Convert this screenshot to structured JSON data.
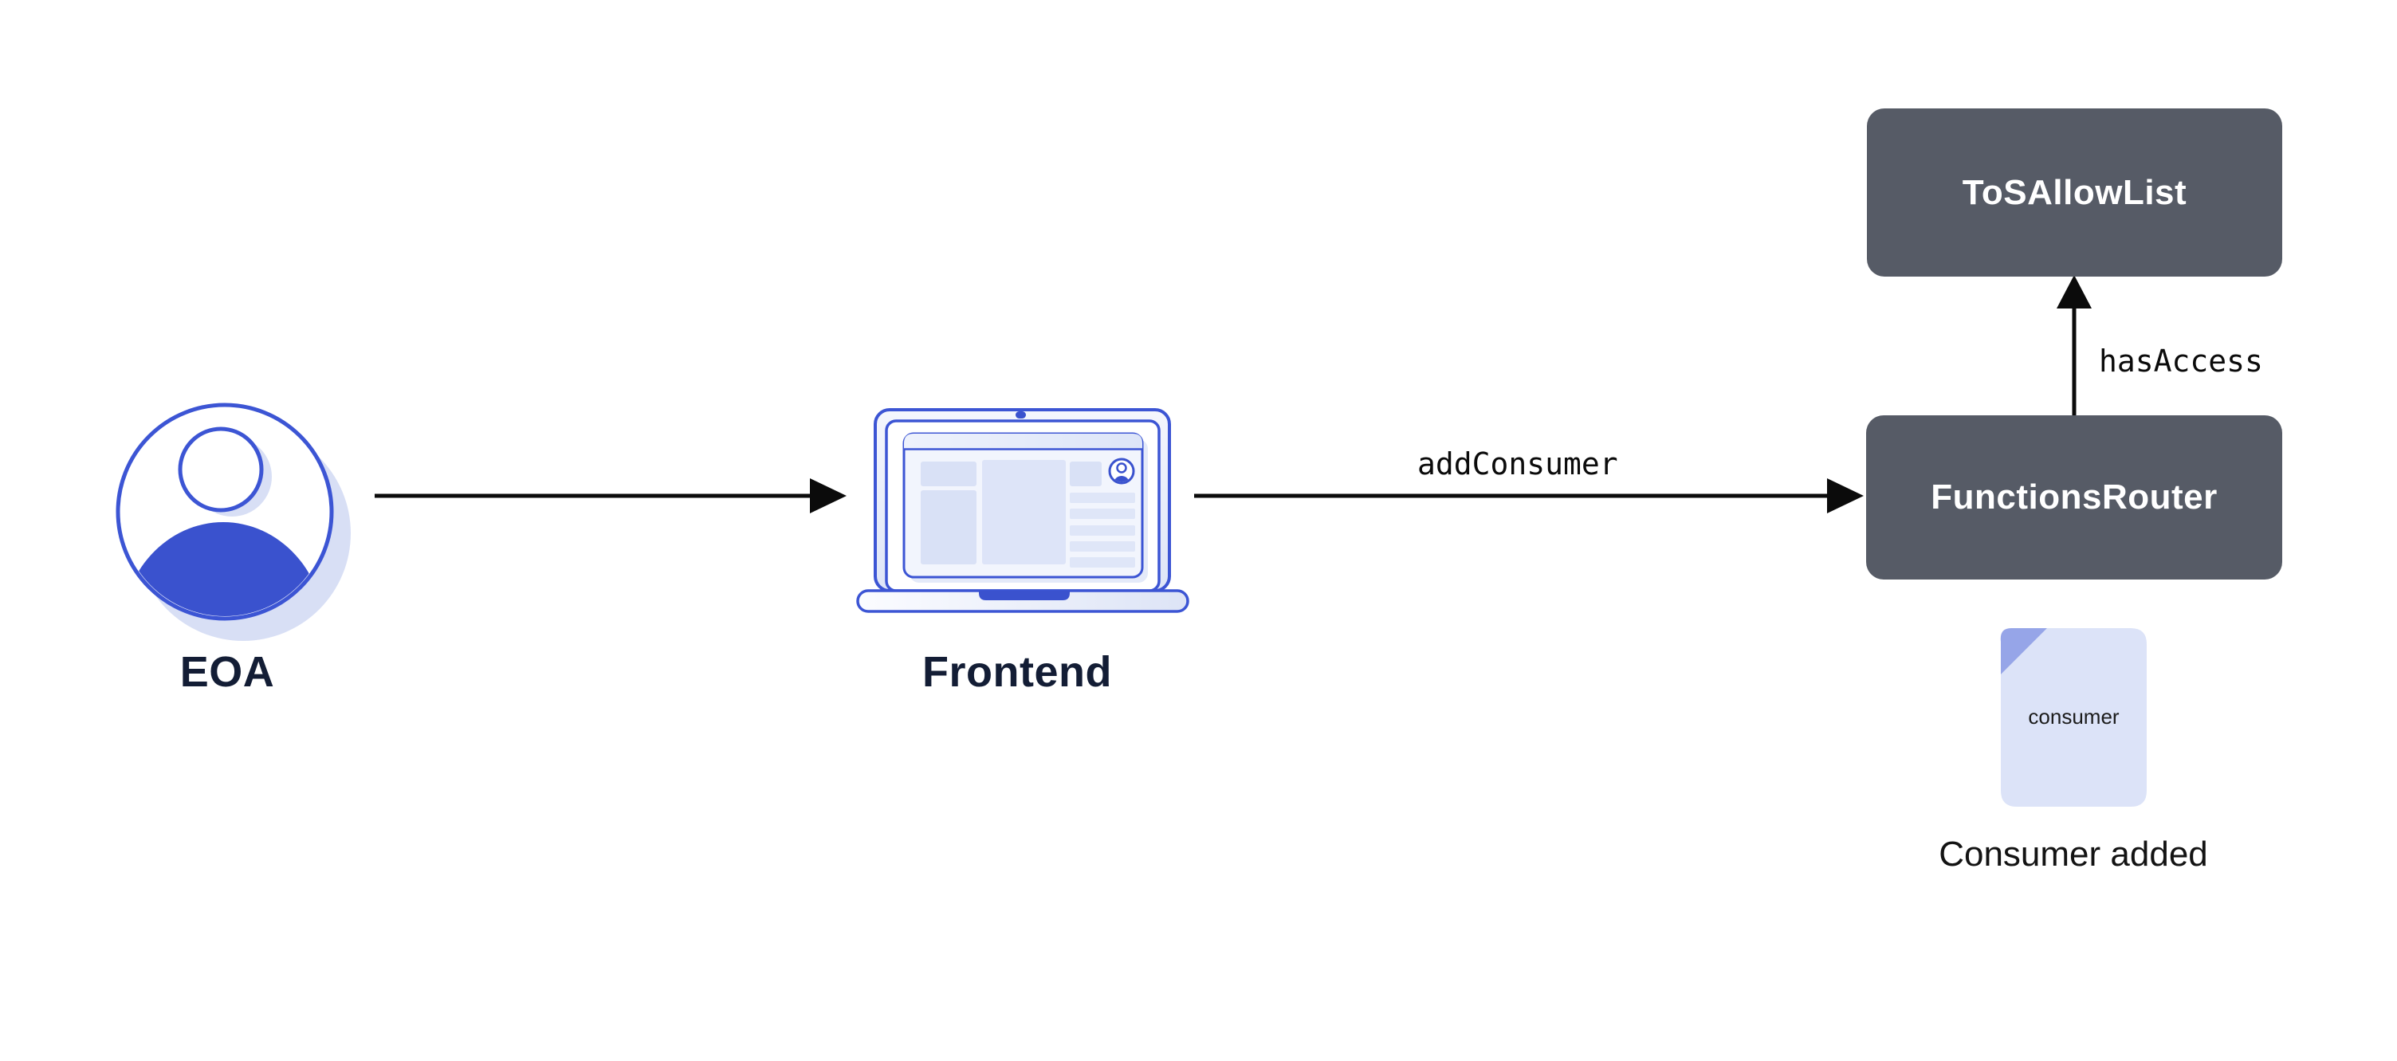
{
  "nodes": {
    "eoa": {
      "label": "EOA",
      "icon": "user-avatar-icon"
    },
    "frontend": {
      "label": "Frontend",
      "icon": "laptop-icon"
    },
    "functions_router": {
      "label": "FunctionsRouter"
    },
    "tos_allow_list": {
      "label": "ToSAllowList"
    },
    "consumer_doc": {
      "file_label": "consumer",
      "caption": "Consumer added",
      "icon": "document-icon"
    }
  },
  "edges": [
    {
      "from": "EOA",
      "to": "Frontend",
      "label": ""
    },
    {
      "from": "Frontend",
      "to": "FunctionsRouter",
      "label": "addConsumer"
    },
    {
      "from": "FunctionsRouter",
      "to": "ToSAllowList",
      "label": "hasAccess"
    }
  ],
  "colors": {
    "background": "#ffffff",
    "contract_box": "#565b66",
    "contract_box_text": "#ffffff",
    "node_label": "#131d35",
    "arrow": "#0b0b0b",
    "blue_stroke": "#3c55d4",
    "blue_fill": "#3a52ce",
    "shadow_periwinkle": "#d8dff5",
    "panel_fill": "#d9e1f6",
    "doc_body": "#dce3f8",
    "doc_fold": "#96a5e8"
  }
}
